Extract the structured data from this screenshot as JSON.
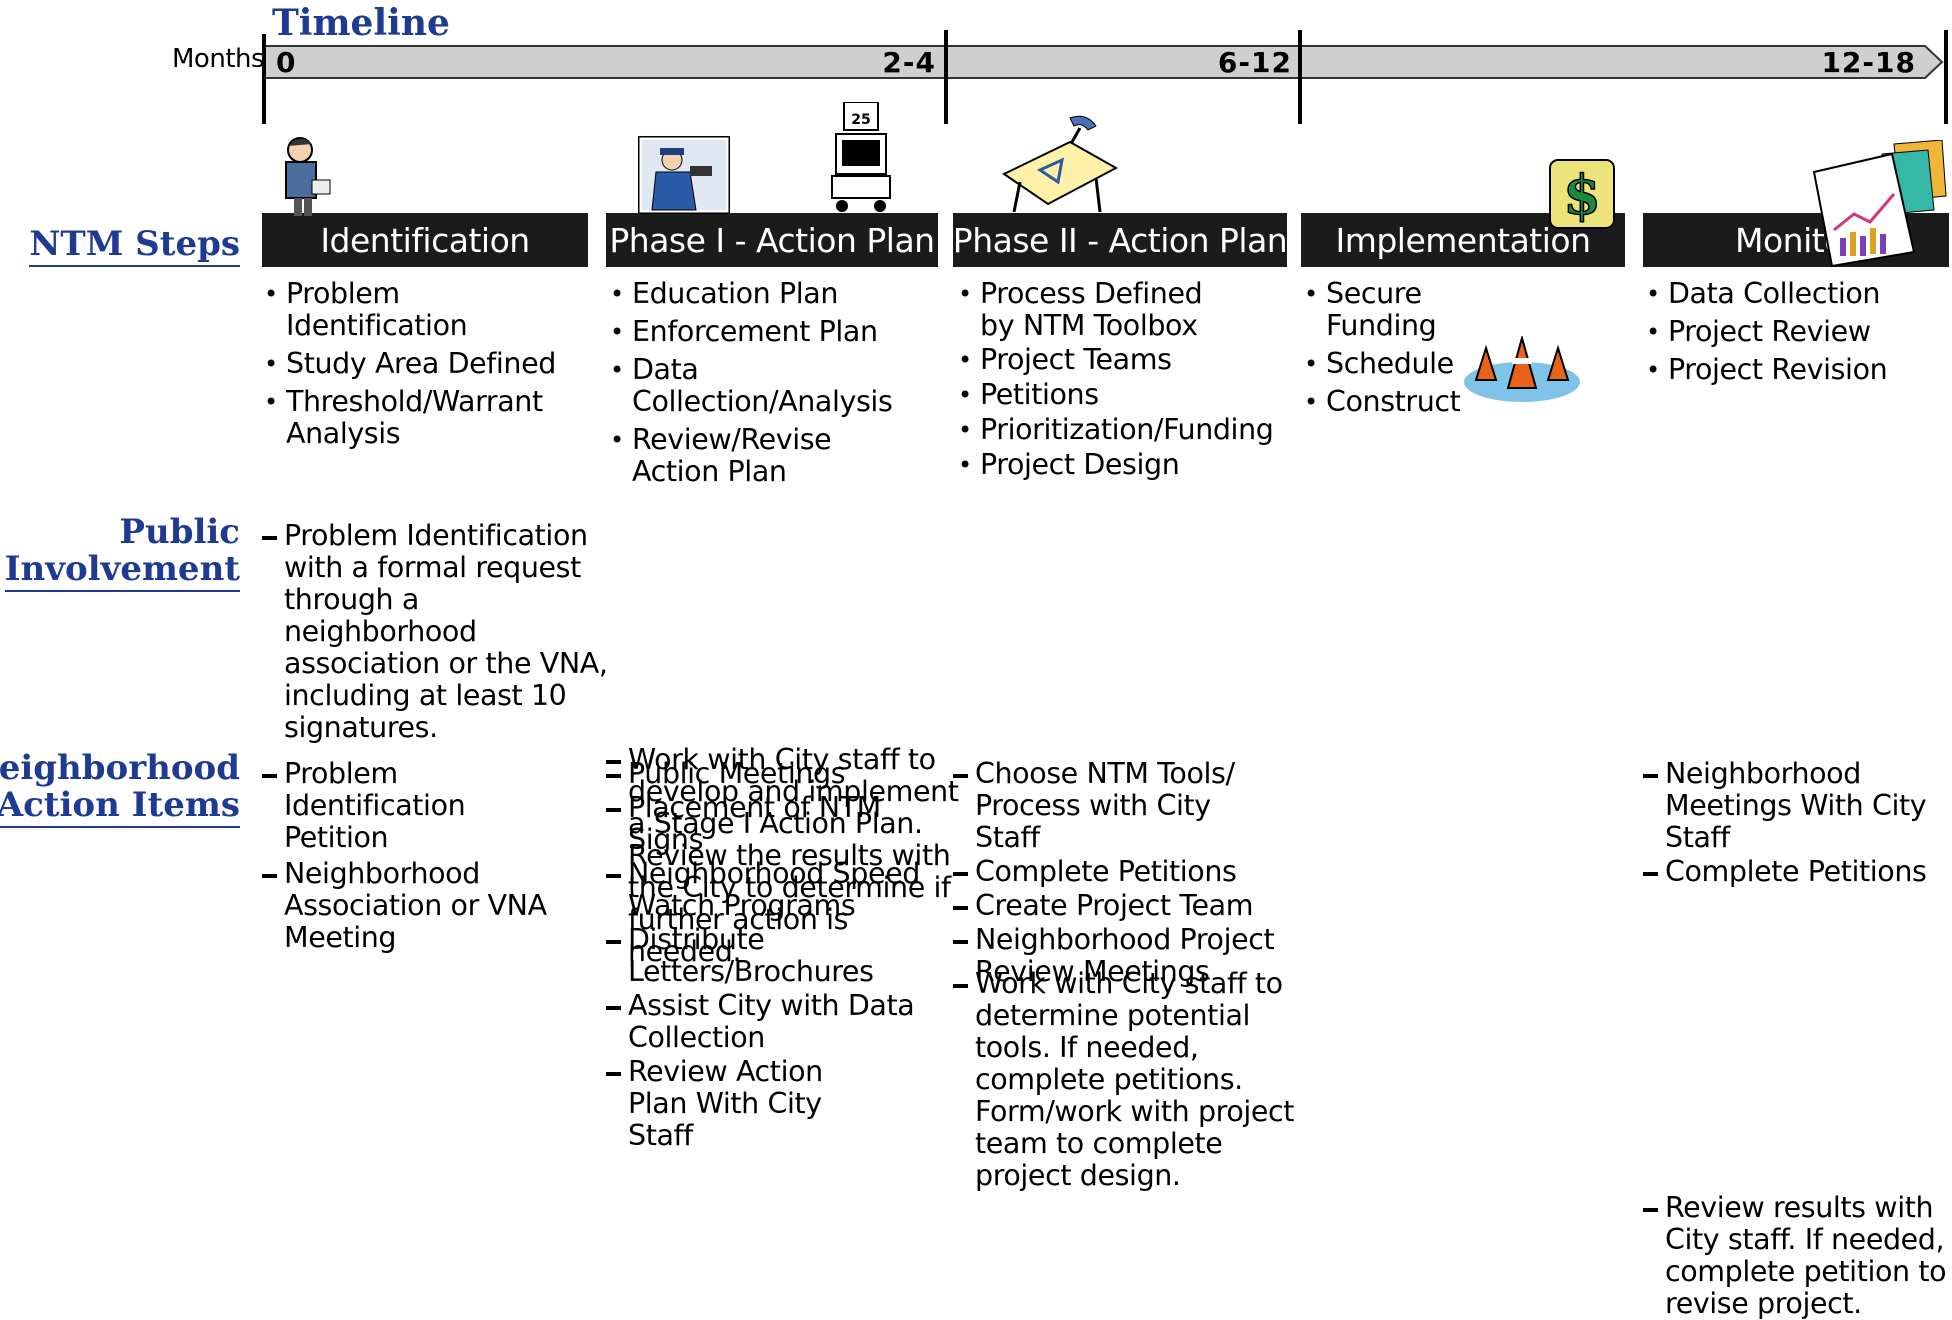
{
  "timeline": {
    "title": "Timeline",
    "months_label": "Months",
    "ticks": [
      "0",
      "2-4",
      "6-12",
      "12-18"
    ]
  },
  "row_headings": {
    "ntm_steps": "NTM Steps",
    "public_involvement": [
      "Public",
      "Involvement"
    ],
    "neighborhood_action_items": [
      "Neighborhood",
      "Action Items"
    ]
  },
  "steps": [
    {
      "label": "Identification",
      "ntm_steps": [
        "Problem Identification",
        "Study Area Defined",
        "Threshold/Warrant Analysis"
      ],
      "public_involvement": "Problem Identification with a formal request through a neighborhood association or the VNA, including at least 10 signatures.",
      "action_items": [
        "Problem Identification Petition",
        "Neighborhood Association or VNA Meeting"
      ]
    },
    {
      "label": "Phase I - Action Plan",
      "ntm_steps": [
        "Education Plan",
        "Enforcement Plan",
        "Data Collection/Analysis",
        "Review/Revise Action Plan"
      ],
      "public_involvement": "Work with City staff to develop and implement a Stage I Action Plan. Review the results with the City to determine if further action is needed.",
      "action_items": [
        "Public Meetings",
        "Placement of NTM Signs",
        "Neighborhood Speed Watch Programs",
        "Distribute Letters/Brochures",
        "Assist City with Data Collection",
        "Review Action Plan With City Staff"
      ]
    },
    {
      "label": "Phase II - Action Plan",
      "ntm_steps": [
        "Process Defined by NTM Toolbox",
        "Project Teams",
        "Petitions",
        "Prioritization/Funding",
        "Project Design"
      ],
      "public_involvement": "Work with City staff to determine potential tools. If needed, complete petitions. Form/work with project team to complete project design.",
      "action_items": [
        "Choose NTM Tools/ Process with City Staff",
        "Complete Petitions",
        "Create Project Team",
        "Neighborhood Project Review Meetings"
      ]
    },
    {
      "label": "Implementation",
      "ntm_steps": [
        "Secure Funding",
        "Schedule",
        "Construct"
      ],
      "public_involvement": "",
      "action_items": []
    },
    {
      "label": "Monitor",
      "ntm_steps": [
        "Data Collection",
        "Project Review",
        "Project Revision"
      ],
      "public_involvement": "Review results with City staff. If needed, complete petition to revise project.",
      "action_items": [
        "Neighborhood Meetings With City Staff",
        "Complete Petitions"
      ]
    }
  ],
  "colors": {
    "heading_blue": "#1f3a93",
    "bar_black": "#1b1b1b",
    "timeline_gray": "#cfcfcf"
  },
  "icons": [
    "confused-man-icon",
    "police-officer-icon",
    "speed-sign-trailer-icon",
    "drafting-table-icon",
    "dollar-sign-icon",
    "traffic-cones-icon",
    "charts-icon"
  ]
}
